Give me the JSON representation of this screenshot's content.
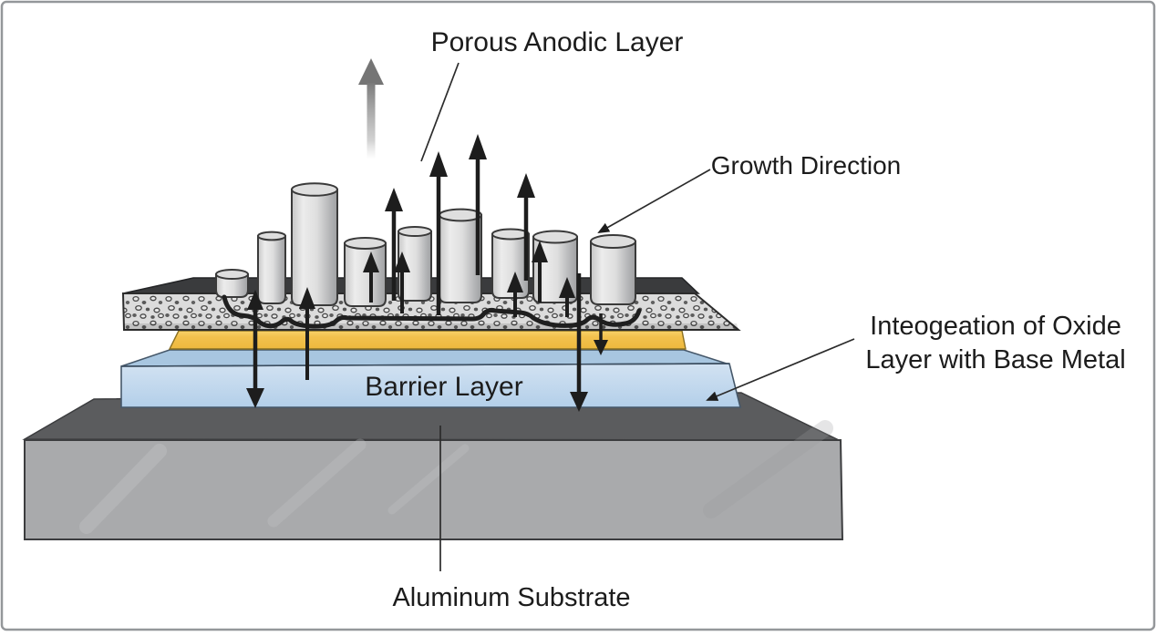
{
  "diagram": {
    "labels": {
      "porous_anodic_layer": "Porous Anodic Layer",
      "growth_direction": "Growth Direction",
      "integration_line1": "Inteogeation of Oxide",
      "integration_line2": "Layer with Base Metal",
      "barrier_layer": "Barrier Layer",
      "aluminum_substrate": "Aluminum Substrate"
    },
    "colors": {
      "label_text": "#1c1c1c",
      "leader_line": "#2b2b2b",
      "arrow_black": "#1d1d1d",
      "fade_arrow": "#7a7a7a",
      "porous_layer_fill": "#dcdcdc",
      "porous_layer_top": "#3a3b3d",
      "oxide_yellow": "#f0c04a",
      "barrier_blue_front": "#bdd5ea",
      "barrier_blue_top": "#a8c6e0",
      "substrate_top": "#5b5c5e",
      "substrate_front": "#a9aaac",
      "cylinder_outline": "#3a3a3a",
      "frame_border": "#94979a"
    }
  }
}
